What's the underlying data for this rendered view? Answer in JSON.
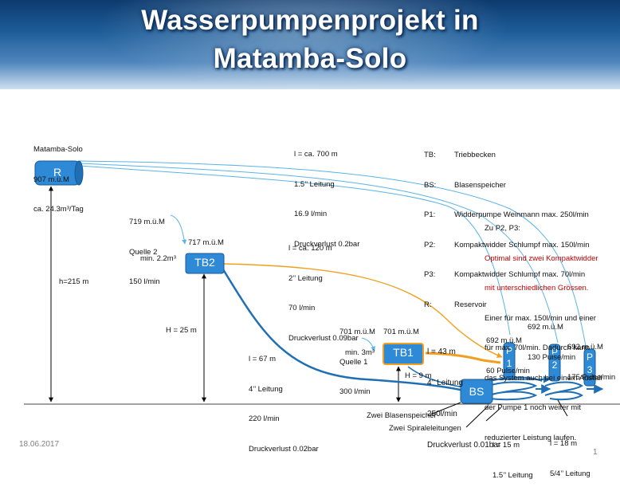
{
  "title": {
    "line1": "Wasserpumpenprojekt in",
    "line2": "Matamba-Solo"
  },
  "labels": {
    "reservoir_info": [
      "Matamba-Solo",
      "907 m.ü.M",
      "ca. 24.3m³/Tag"
    ],
    "pipe_r": [
      "l = ca. 700 m",
      "1.5’’ Leitung",
      "16.9 l/min",
      "Druckverlust 0.2bar"
    ],
    "quelle2": [
      "719 m.ü.M",
      "Quelle 2",
      "150 l/min"
    ],
    "tb2_elev": "717 m.ü.M",
    "tb2_min": "min. 2.2m³",
    "pipe_tb2": [
      "l = ca. 120 m",
      "2’’ Leitung",
      "70 l/min",
      "Druckverlust 0.09bar"
    ],
    "h215": "h=215 m",
    "h25": "H = 25 m",
    "h9": "H = 9 m",
    "pipe_bs": [
      "l = 67 m",
      "4’’ Leitung",
      "220 l/min",
      "Druckverlust 0.02bar"
    ],
    "quelle1": [
      "701 m.ü.M",
      "Quelle 1",
      "300 l/min"
    ],
    "tb1_elev": "701 m.ü.M",
    "tb1_min": "min. 3m³",
    "pipe_tb1": [
      "l = 43 m",
      "4’’ Leitung",
      "250l/min",
      "Druckverlust 0.01bar"
    ],
    "p1_info": [
      "692 m.ü.M",
      "60 Pulse/min"
    ],
    "p2_info": [
      "692 m.ü.M",
      "130 Pulse/min"
    ],
    "p3_info": [
      "692 m.ü.M",
      "175 Pulse/min"
    ],
    "blasenspeicher": "Zwei Blasenspeicher",
    "spiralleitungen": "Zwei Spiraleleitungen",
    "spiral1": [
      "l = 15 m",
      "1.5’’ Leitung"
    ],
    "spiral2": [
      "l = 18 m",
      "5/4’’ Leitung"
    ]
  },
  "legend": [
    {
      "key": "TB:",
      "value": "Triebbecken"
    },
    {
      "key": "BS:",
      "value": "Blasenspeicher"
    },
    {
      "key": "P1:",
      "value": "Widderpumpe Weinmann max. 250l/min"
    },
    {
      "key": "P2:",
      "value": "Kompaktwidder Schlumpf max. 150l/min"
    },
    {
      "key": "P3:",
      "value": "Kompaktwidder Schlumpf max. 70l/min"
    },
    {
      "key": "R:",
      "value": "Reservoir"
    }
  ],
  "note": {
    "heading": "Zu P2, P3:",
    "red_lines": [
      "Optimal sind zwei Kompaktwidder",
      "mit unterschiedlichen Grössen."
    ],
    "lines": [
      "Einer für max. 150l/min und einer",
      "für max. 70l/min. Dadurch kann",
      "das System auch bei einem Ausfall",
      "der Pumpe 1 noch weiter mit",
      "reduzierter Leistung laufen."
    ]
  },
  "components": {
    "r": "R",
    "tb2": "TB2",
    "tb1": "TB1",
    "bs": "BS",
    "p1": "P 1",
    "p2": "P 2",
    "p3": "P 3"
  },
  "colors": {
    "pipe_light_blue": "#5ab4e6",
    "pipe_dark_blue": "#1f6fb5",
    "pipe_orange": "#f0a020",
    "box_blue": "#2e8ad6"
  },
  "footer": {
    "date": "18.06.2017",
    "page": "1"
  }
}
